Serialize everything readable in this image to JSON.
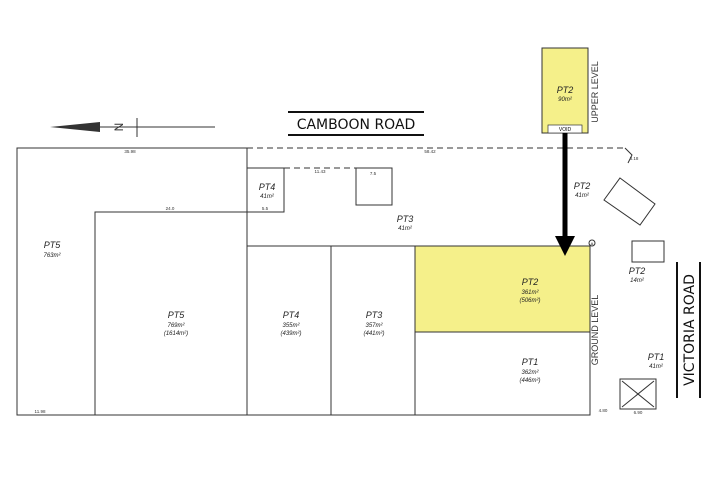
{
  "roads": {
    "north_road": "CAMBOON ROAD",
    "east_road": "VICTORIA ROAD"
  },
  "levels": {
    "upper": "UPPER LEVEL",
    "ground": "GROUND LEVEL"
  },
  "north_marker": "N",
  "void_label": "VOID",
  "corner_marker": "A",
  "colors": {
    "highlight": "#f5f08a",
    "line": "#333333",
    "arrow": "#000000"
  },
  "lots": [
    {
      "id": "PT5",
      "area": "763m²",
      "total": ""
    },
    {
      "id": "PT5",
      "area": "769m²",
      "total": "(1614m²)"
    },
    {
      "id": "PT4",
      "area": "355m²",
      "total": "(439m²)"
    },
    {
      "id": "PT3",
      "area": "357m²",
      "total": "(441m²)"
    },
    {
      "id": "PT2",
      "area": "361m²",
      "total": "(506m²)"
    },
    {
      "id": "PT1",
      "area": "362m²",
      "total": "(446m²)"
    },
    {
      "id": "PT4",
      "area": "41m²"
    },
    {
      "id": "PT3",
      "area": "41m²"
    },
    {
      "id": "PT2",
      "area": "90m²"
    },
    {
      "id": "PT2",
      "area": "41m²"
    },
    {
      "id": "PT2",
      "area": "14m²"
    },
    {
      "id": "PT1",
      "area": "41m²"
    }
  ],
  "dimensions": [
    "35.98",
    "58.42",
    "24.0",
    "11.43",
    "11.98",
    "4.80",
    "6.90",
    "7.5",
    "5.5",
    "3.18"
  ]
}
